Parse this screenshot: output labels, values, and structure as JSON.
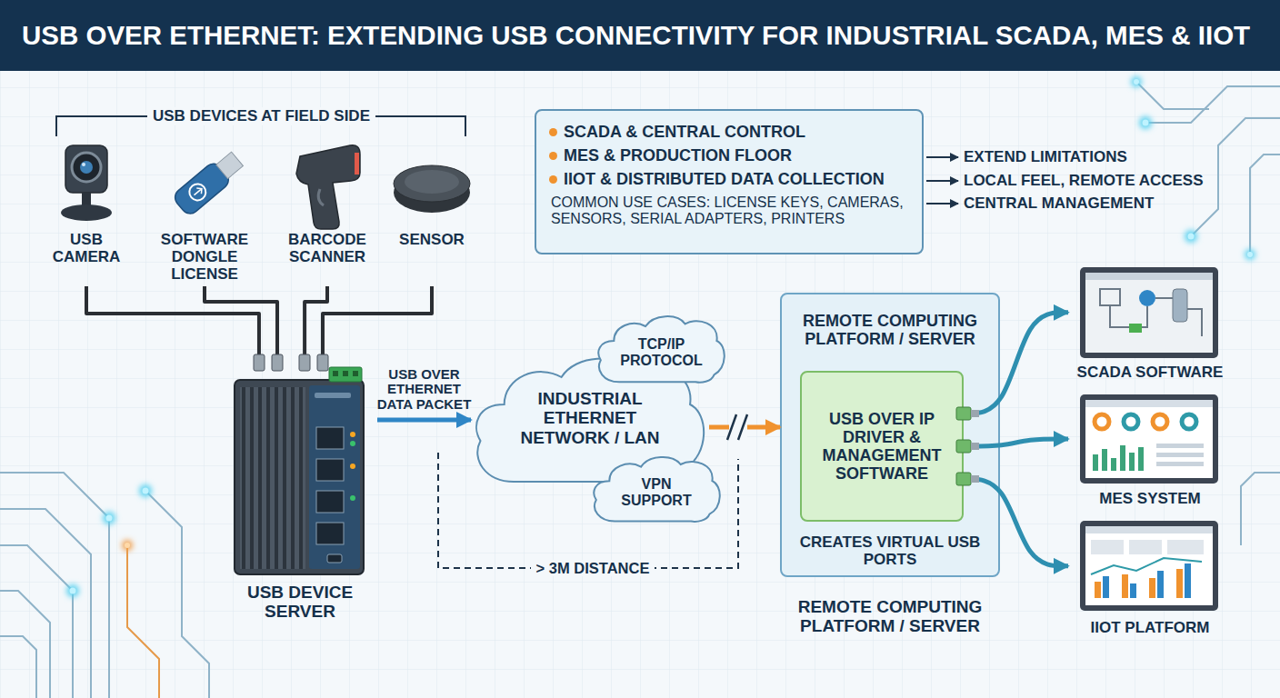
{
  "diagram": {
    "title": "USB OVER ETHERNET: EXTENDING USB CONNECTIVITY FOR INDUSTRIAL SCADA, MES & IIOT",
    "nodes": [
      {
        "text": [
          "USB CAMERA"
        ]
      },
      {
        "text": [
          "SOFTWARE DONGLE LICENSE"
        ]
      },
      {
        "text": [
          "BARCODE SCANNER"
        ]
      },
      {
        "text": [
          "SENSOR"
        ]
      },
      {
        "text": [
          "USB DEVICE SERVER"
        ]
      },
      {
        "text": [
          "SCADA & CENTRAL CONTROL",
          "MES & PRODUCTION FLOOR",
          "IIOT & DISTRIBUTED DATA COLLECTION",
          "COMMON USE CASES: LICENSE KEYS, CAMERAS, SENSORS, SERIAL ADAPTERS, PRINTERS"
        ]
      },
      {
        "text": [
          "INDUSTRIAL ETHERNET NETWORK / LAN"
        ]
      },
      {
        "text": [
          "TCP/IP PROTOCOL"
        ]
      },
      {
        "text": [
          "VPN SUPPORT"
        ]
      },
      {
        "text": [
          "REMOTE COMPUTING PLATFORM / SERVER",
          "CREATES VIRTUAL USB PORTS",
          "REMOTE COMPUTING PLATFORM / SERVER"
        ]
      },
      {
        "text": [
          "USB OVER IP DRIVER & MANAGEMENT SOFTWARE"
        ],
        "in": 9
      },
      {
        "text": [
          "SCADA SOFTWARE"
        ]
      },
      {
        "text": [
          "MES SYSTEM"
        ]
      },
      {
        "text": [
          "IIOT PLATFORM"
        ]
      }
    ],
    "edges": [
      {
        "from": 0,
        "to": 4,
        "arrow": "none"
      },
      {
        "from": 1,
        "to": 4,
        "arrow": "none"
      },
      {
        "from": 2,
        "to": 4,
        "arrow": "none"
      },
      {
        "from": 3,
        "to": 4,
        "arrow": "none"
      },
      {
        "from": 4,
        "to": 6,
        "label": "USB OVER ETHERNET DATA PACKET",
        "arrow": "to"
      },
      {
        "from": 6,
        "to": 9,
        "arrow": "to"
      },
      {
        "from": 10,
        "to": 11,
        "arrow": "to"
      },
      {
        "from": 10,
        "to": 12,
        "arrow": "to"
      },
      {
        "from": 10,
        "to": 13,
        "arrow": "to"
      }
    ],
    "labels": [
      "USB DEVICES AT FIELD SIDE",
      "EXTEND LIMITATIONS",
      "LOCAL FEEL, REMOTE ACCESS",
      "CENTRAL MANAGEMENT",
      "> 3M DISTANCE"
    ]
  }
}
